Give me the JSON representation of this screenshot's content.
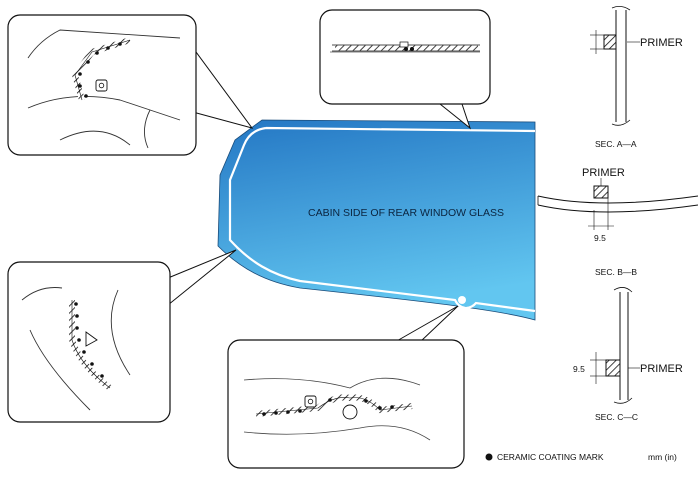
{
  "glass_label": "CABIN SIDE OF REAR WINDOW GLASS",
  "sections": {
    "a": {
      "title": "SEC. A—A",
      "primer": "PRIMER"
    },
    "b": {
      "title": "SEC. B—B",
      "primer": "PRIMER",
      "dimension": "9.5"
    },
    "c": {
      "title": "SEC. C—C",
      "primer": "PRIMER",
      "dimension": "9.5"
    }
  },
  "legend": {
    "marker": "ceramic-dot-icon",
    "text": "CERAMIC COATING MARK",
    "units": "mm (in)"
  },
  "colors": {
    "glass_top": "#2b7fc9",
    "glass_bottom": "#5fc2ee",
    "outline": "#111111"
  }
}
